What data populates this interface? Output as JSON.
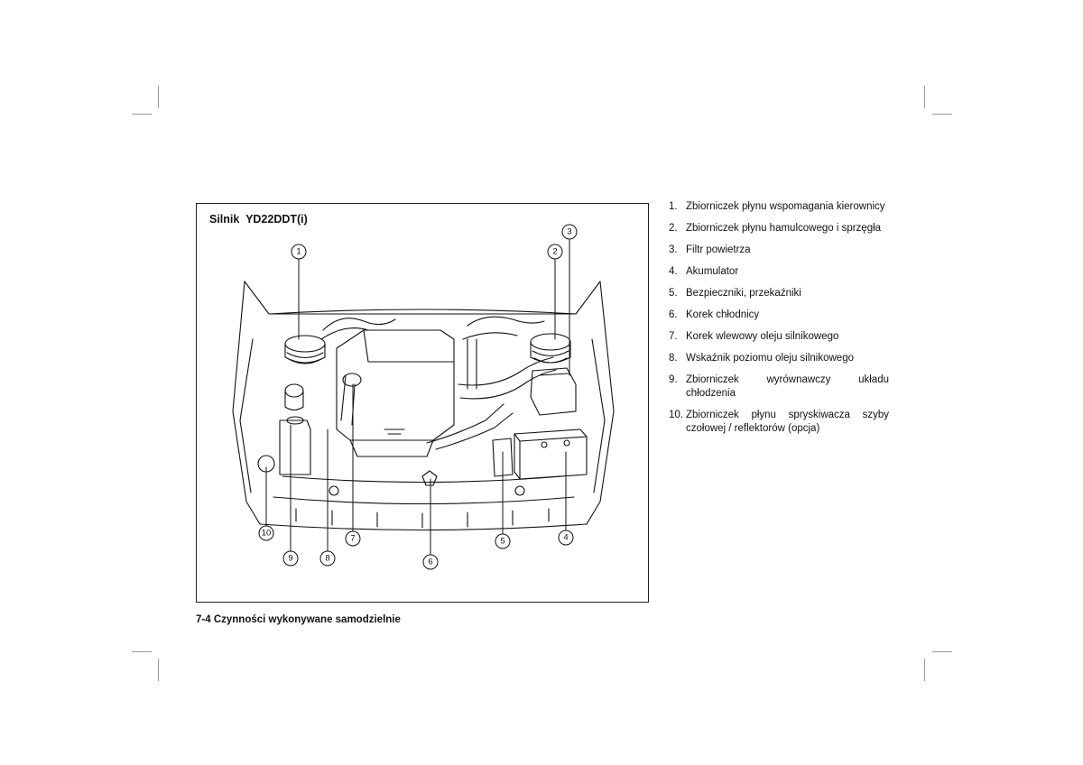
{
  "figure": {
    "title": "Silnik  YD22DDT(i)",
    "callouts": [
      "1",
      "2",
      "3",
      "4",
      "5",
      "6",
      "7",
      "8",
      "9",
      "10"
    ]
  },
  "legend": [
    {
      "num": "1.",
      "text": "Zbiorniczek płynu wspomagania kierownicy"
    },
    {
      "num": "2.",
      "text": "Zbiorniczek płynu hamulcowego i sprzęgła"
    },
    {
      "num": "3.",
      "text": "Filtr powietrza"
    },
    {
      "num": "4.",
      "text": "Akumulator"
    },
    {
      "num": "5.",
      "text": "Bezpieczniki, przekaźniki"
    },
    {
      "num": "6.",
      "text": "Korek chłodnicy"
    },
    {
      "num": "7.",
      "text": "Korek wlewowy oleju silnikowego"
    },
    {
      "num": "8.",
      "text": "Wskaźnik poziomu oleju silnikowego"
    },
    {
      "num": "9.",
      "text": "Zbiorniczek wyrównawczy układu chłodzenia"
    },
    {
      "num": "10.",
      "text": "Zbiorniczek płynu spryskiwacza szyby czołowej / reflektorów (opcja)"
    }
  ],
  "footer": {
    "text": "7-4 Czynności wykonywane samodzielnie"
  }
}
